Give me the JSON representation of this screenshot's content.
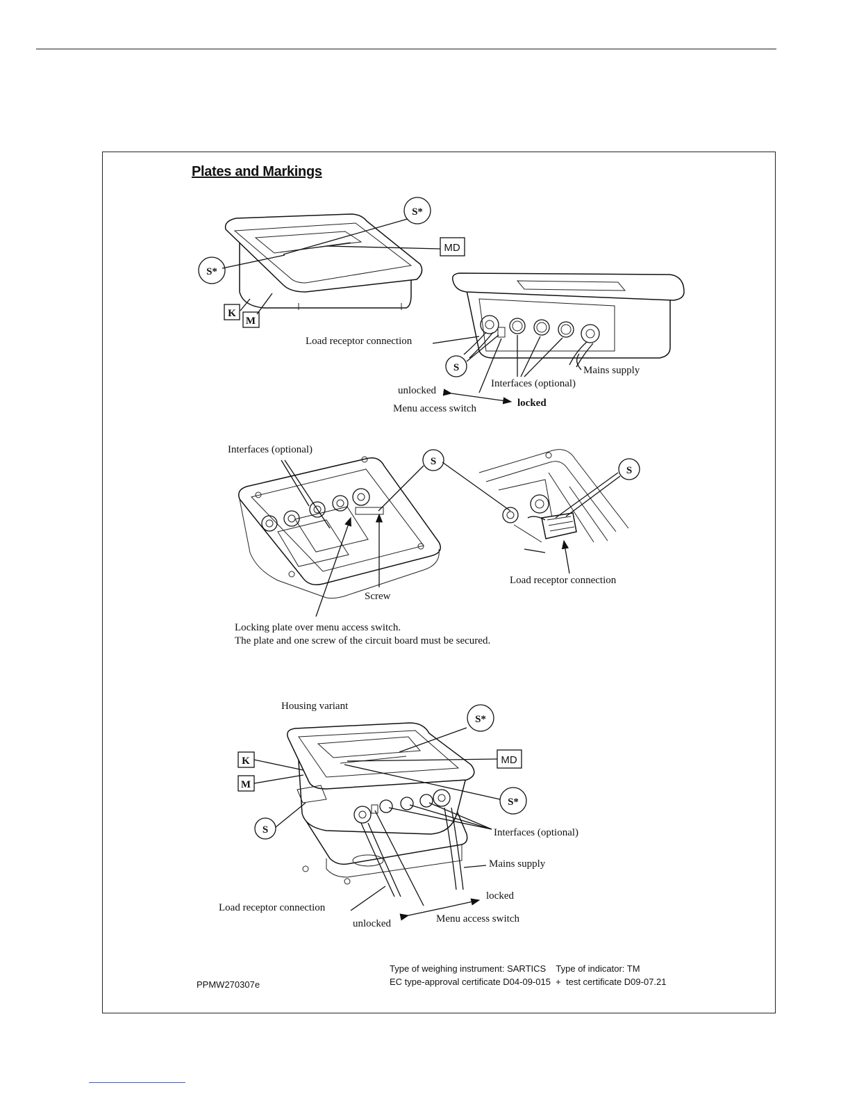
{
  "page": {
    "title": "Plates and Markings"
  },
  "fig1": {
    "s_star_top": "S*",
    "s_star_left": "S*",
    "md": "MD",
    "k": "K",
    "m": "M"
  },
  "fig2": {
    "load_receptor": "Load receptor connection",
    "s": "S",
    "mains": "Mains supply",
    "interfaces": "Interfaces (optional)",
    "unlocked": "unlocked",
    "locked": "locked",
    "menu_switch": "Menu access switch"
  },
  "fig3": {
    "interfaces": "Interfaces (optional)",
    "s": "S",
    "screw": "Screw",
    "locking_line1": "Locking plate over menu access switch.",
    "locking_line2": "The plate and one screw of the circuit board must be secured."
  },
  "fig4": {
    "s": "S",
    "load_receptor": "Load receptor connection"
  },
  "fig5": {
    "housing_variant": "Housing variant",
    "s_star_top": "S*",
    "md": "MD",
    "s_star_right": "S*",
    "k": "K",
    "m": "M",
    "s": "S",
    "interfaces": "Interfaces (optional)",
    "mains": "Mains supply",
    "locked": "locked",
    "load_receptor": "Load receptor connection",
    "unlocked": "unlocked",
    "menu_switch": "Menu access switch"
  },
  "footer": {
    "code": "PPMW270307e",
    "instrument_line": "Type of weighing instrument: SARTICS    Type of indicator: TM",
    "certificate_line": "EC type-approval certificate D04-09-015  +  test certificate D09-07.21"
  }
}
